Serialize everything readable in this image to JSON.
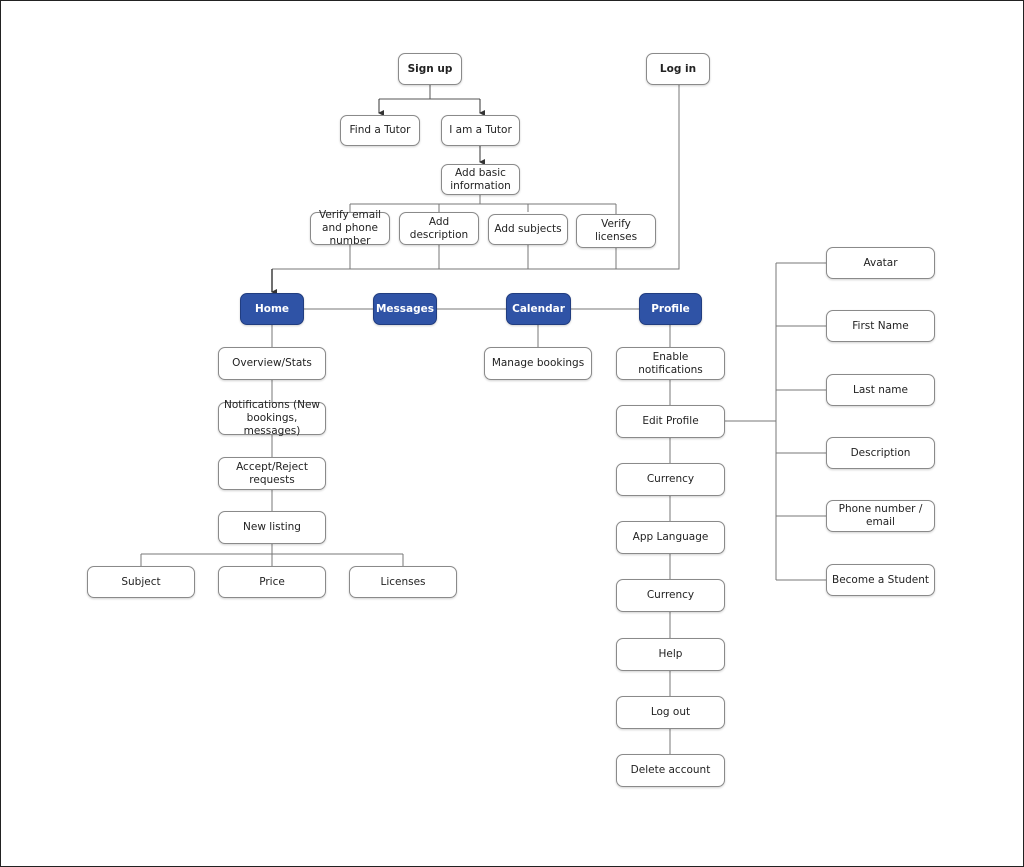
{
  "colors": {
    "nav_fill": "#2f53a6",
    "connector": "#777777"
  },
  "onboarding": {
    "sign_up": "Sign up",
    "log_in": "Log in",
    "find_tutor": "Find a Tutor",
    "i_am_tutor": "I am a Tutor",
    "add_basic_info": "Add basic information",
    "verify_email_phone": "Verify email and phone number",
    "add_description": "Add description",
    "add_subjects": "Add subjects",
    "verify_licenses": "Verify licenses"
  },
  "nav": {
    "home": "Home",
    "messages": "Messages",
    "calendar": "Calendar",
    "profile": "Profile"
  },
  "home": {
    "overview": "Overview/Stats",
    "notifications": "Notifications (New bookings, messages)",
    "accept_reject": "Accept/Reject requests",
    "new_listing": "New listing",
    "subject": "Subject",
    "price": "Price",
    "licenses": "Licenses"
  },
  "calendar": {
    "manage_bookings": "Manage bookings"
  },
  "profile": {
    "enable_notifications": "Enable notifications",
    "edit_profile": "Edit Profile",
    "currency_1": "Currency",
    "app_language": "App Language",
    "currency_2": "Currency",
    "help": "Help",
    "log_out": "Log out",
    "delete_account": "Delete account"
  },
  "edit_profile": {
    "avatar": "Avatar",
    "first_name": "First Name",
    "last_name": "Last name",
    "description": "Description",
    "phone_email": "Phone number / email",
    "become_student": "Become a Student"
  }
}
